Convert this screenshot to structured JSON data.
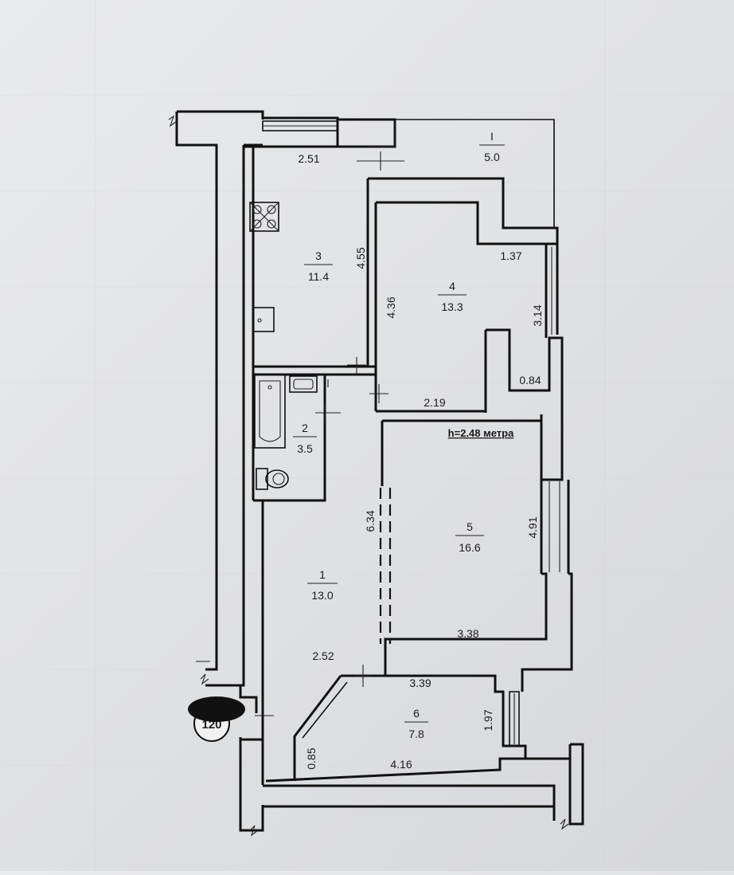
{
  "plan": {
    "ceiling_height": "h=2.48 метра",
    "rooms": [
      {
        "number": "3",
        "area": "11.4"
      },
      {
        "number": "4",
        "area": "13.3"
      },
      {
        "number": "2",
        "area": "3.5"
      },
      {
        "number": "1",
        "area": "13.0"
      },
      {
        "number": "5",
        "area": "16.6"
      },
      {
        "number": "6",
        "area": "7.8"
      },
      {
        "number": "I",
        "area": "5.0"
      }
    ],
    "dimensions": [
      "2.51",
      "4.55",
      "4.36",
      "1.37",
      "3.14",
      "0.84",
      "2.19",
      "6.34",
      "4.91",
      "3.38",
      "2.52",
      "3.39",
      "1.97",
      "0.85",
      "4.16"
    ],
    "badge": "120"
  }
}
